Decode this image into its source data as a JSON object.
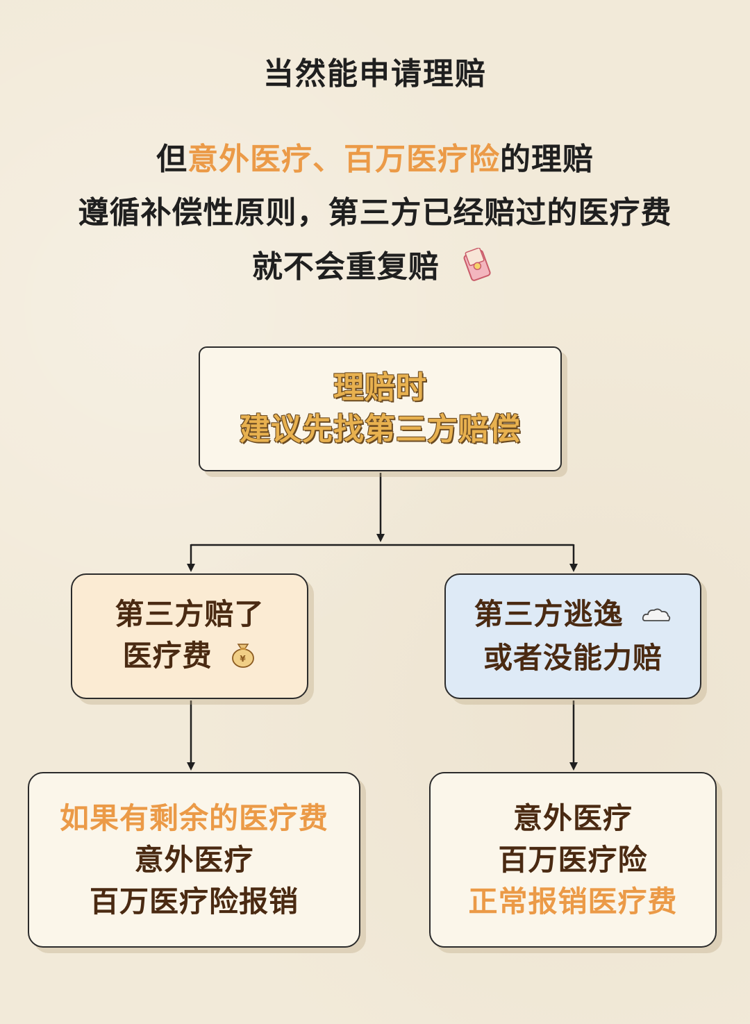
{
  "title": "当然能申请理赔",
  "intro": {
    "line1_prefix": "但",
    "line1_highlight": "意外医疗、百万医疗险",
    "line1_suffix": "的理赔",
    "line2": "遵循补偿性原则，第三方已经赔过的医疗费",
    "line3": "就不会重复赔"
  },
  "flow": {
    "top": {
      "line1": "理赔时",
      "line2": "建议先找第三方赔偿"
    },
    "left": {
      "line1": "第三方赔了",
      "line2": "医疗费"
    },
    "right": {
      "line1": "第三方逃逸",
      "line2": "或者没能力赔"
    },
    "bottom_left": {
      "line1": "如果有剩余的医疗费",
      "line2": "意外医疗",
      "line3": "百万医疗险报销"
    },
    "bottom_right": {
      "line1": "意外医疗",
      "line2": "百万医疗险",
      "line3": "正常报销医疗费"
    }
  },
  "colors": {
    "highlight": "#eb9a47",
    "box_warm": "#fbebd3",
    "box_cool": "#deeaf6",
    "box_plain": "#fbf6ea"
  },
  "icons": [
    "red-envelope-icon",
    "money-bag-icon",
    "dust-cloud-icon"
  ]
}
